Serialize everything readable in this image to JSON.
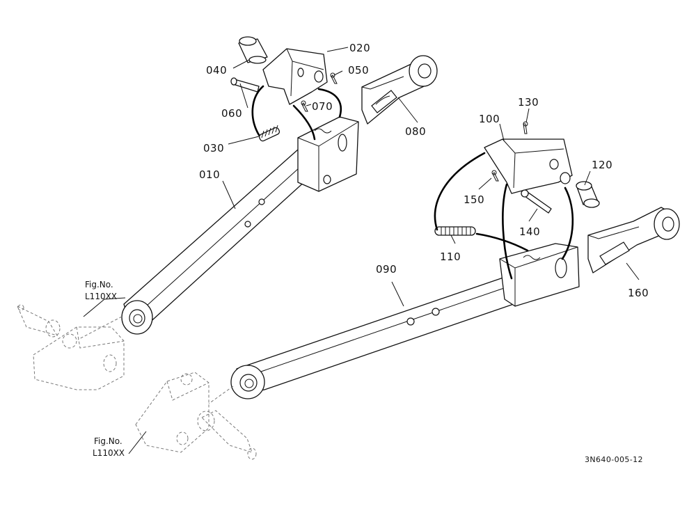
{
  "labels": {
    "p010": "010",
    "p020": "020",
    "p030": "030",
    "p040": "040",
    "p050": "050",
    "p060": "060",
    "p070": "070",
    "p080": "080",
    "p090": "090",
    "p100": "100",
    "p110": "110",
    "p120": "120",
    "p130": "130",
    "p140": "140",
    "p150": "150",
    "p160": "160"
  },
  "figrefs": {
    "a_line1": "Fig.No.",
    "a_line2": "L110XX",
    "b_line1": "Fig.No.",
    "b_line2": "L110XX"
  },
  "drawing_code": "3N640-005-12"
}
